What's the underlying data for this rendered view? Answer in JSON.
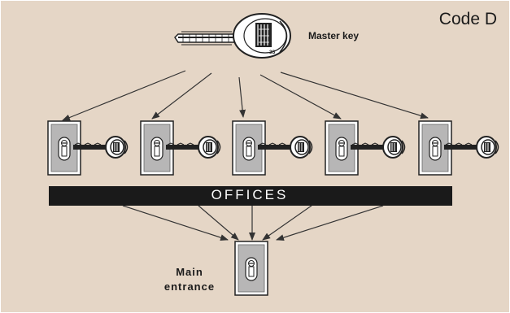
{
  "colors": {
    "background": "#e5d6c6",
    "banner": "#1a1a1a",
    "lock_fill": "#b7b6b6",
    "line": "#333333"
  },
  "labels": {
    "code": "Code D",
    "master_key": "Master key",
    "offices": "OFFICES",
    "main_entrance_line1": "Main",
    "main_entrance_line2": "entrance"
  },
  "icons": {
    "master_key": "master-key-icon",
    "door_lock": "door-lock-icon",
    "key": "key-icon"
  },
  "office_lock_count": 5
}
